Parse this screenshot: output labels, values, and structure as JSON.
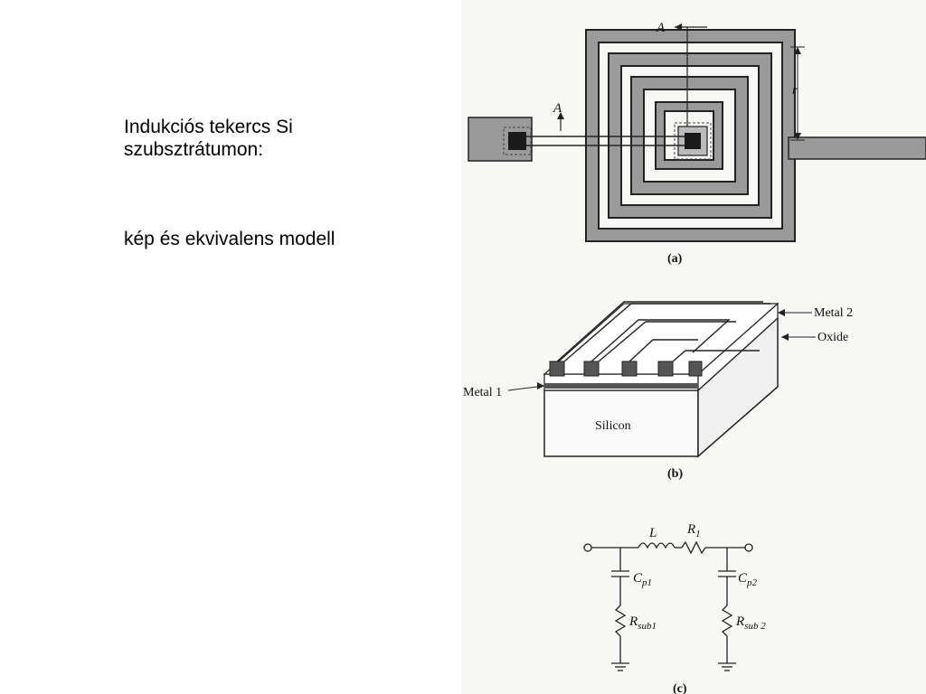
{
  "slide": {
    "title": "Indukciós tekercs Si szubsztrátumon:",
    "subtitle": "kép és ekvivalens modell"
  },
  "figure": {
    "a": {
      "caption": "(a)",
      "section_label_top": "A",
      "section_label_left": "A",
      "dim_label": "r"
    },
    "b": {
      "caption": "(b)",
      "metal2": "Metal 2",
      "oxide": "Oxide",
      "metal1": "Metal 1",
      "silicon": "Silicon"
    },
    "c": {
      "caption": "(c)",
      "L": "L",
      "R1": "R",
      "R1_sub": "1",
      "Cp1": "C",
      "Cp1_sub": "p1",
      "Cp2": "C",
      "Cp2_sub": "p2",
      "Rsub1": "R",
      "Rsub1_sub": "sub1",
      "Rsub2": "R",
      "Rsub2_sub": "sub 2"
    }
  },
  "colors": {
    "metal": "#9a9a9a",
    "trace": "#222222",
    "pad": "#1a1a1a",
    "background": "#ffffff"
  }
}
